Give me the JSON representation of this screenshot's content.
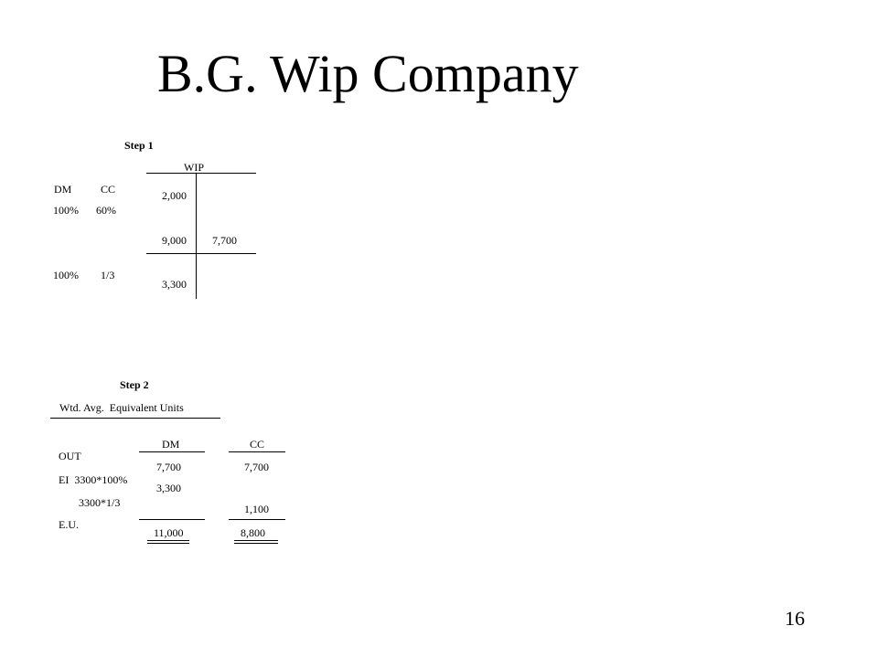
{
  "title": "B.G. Wip Company",
  "step1": {
    "label": "Step 1",
    "account": "WIP",
    "dm_header": "DM",
    "cc_header": "CC",
    "begin_dm_pct": "100%",
    "begin_cc_pct": "60%",
    "end_dm_pct": "100%",
    "end_cc_frac": "1/3",
    "debit_begin": "2,000",
    "debit_added": "9,000",
    "credit_out": "7,700",
    "debit_end": "3,300"
  },
  "step2": {
    "label": "Step 2",
    "heading": "Wtd. Avg.  Equivalent Units",
    "col_dm": "DM",
    "col_cc": "CC",
    "row_out": "OUT",
    "row_ei_dm": "EI  3300*100%",
    "row_ei_cc": "3300*1/3",
    "row_eu": "E.U.",
    "dm_out": "7,700",
    "dm_ei": "3,300",
    "dm_total": "11,000",
    "cc_out": "7,700",
    "cc_ei": "1,100",
    "cc_total": "8,800"
  },
  "page_number": "16"
}
